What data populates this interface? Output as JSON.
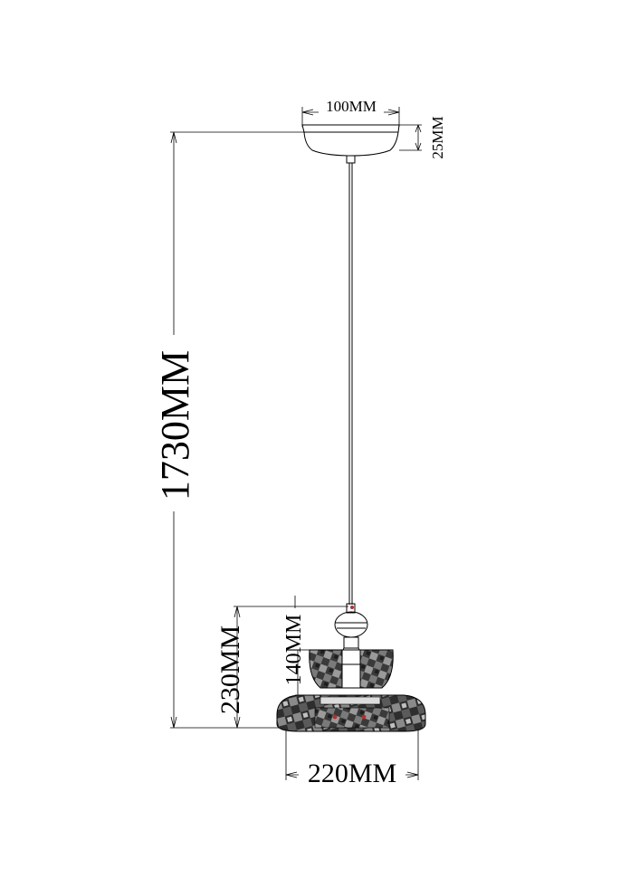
{
  "dimensions": {
    "canopy_width": "100MM",
    "canopy_height": "25MM",
    "total_height": "1730MM",
    "lamp_height": "230MM",
    "upper_shade_height": "140MM",
    "shade_width": "220MM"
  },
  "colors": {
    "line": "#000000",
    "shade_dark": "#2f2f2f",
    "shade_mid": "#6e6e6e",
    "shade_light": "#bdbdbd",
    "accent_red": "#b03030"
  }
}
